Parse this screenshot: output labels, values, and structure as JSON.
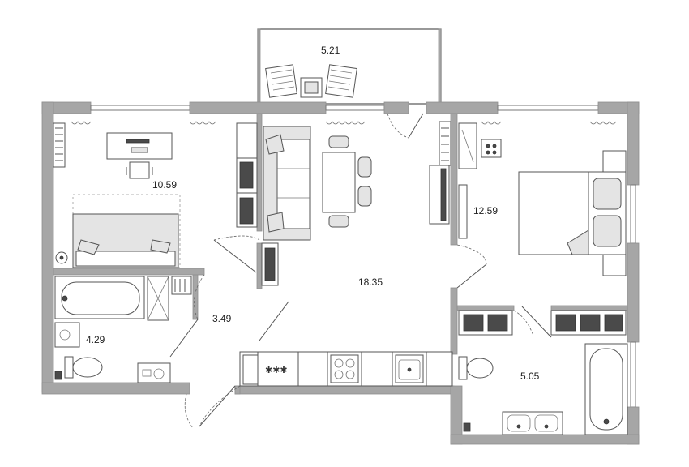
{
  "rooms": {
    "balcony": "5.21",
    "bedroom_left": "10.59",
    "living_kitchen": "18.35",
    "bedroom_right": "12.59",
    "hall": "3.49",
    "bathroom_left": "4.29",
    "bathroom_right": "5.05"
  },
  "stove_label": "✱✱✱",
  "colors": {
    "wall": "#a6a6a6",
    "furniture_fill": "#e4e4e4",
    "line": "#555555"
  }
}
